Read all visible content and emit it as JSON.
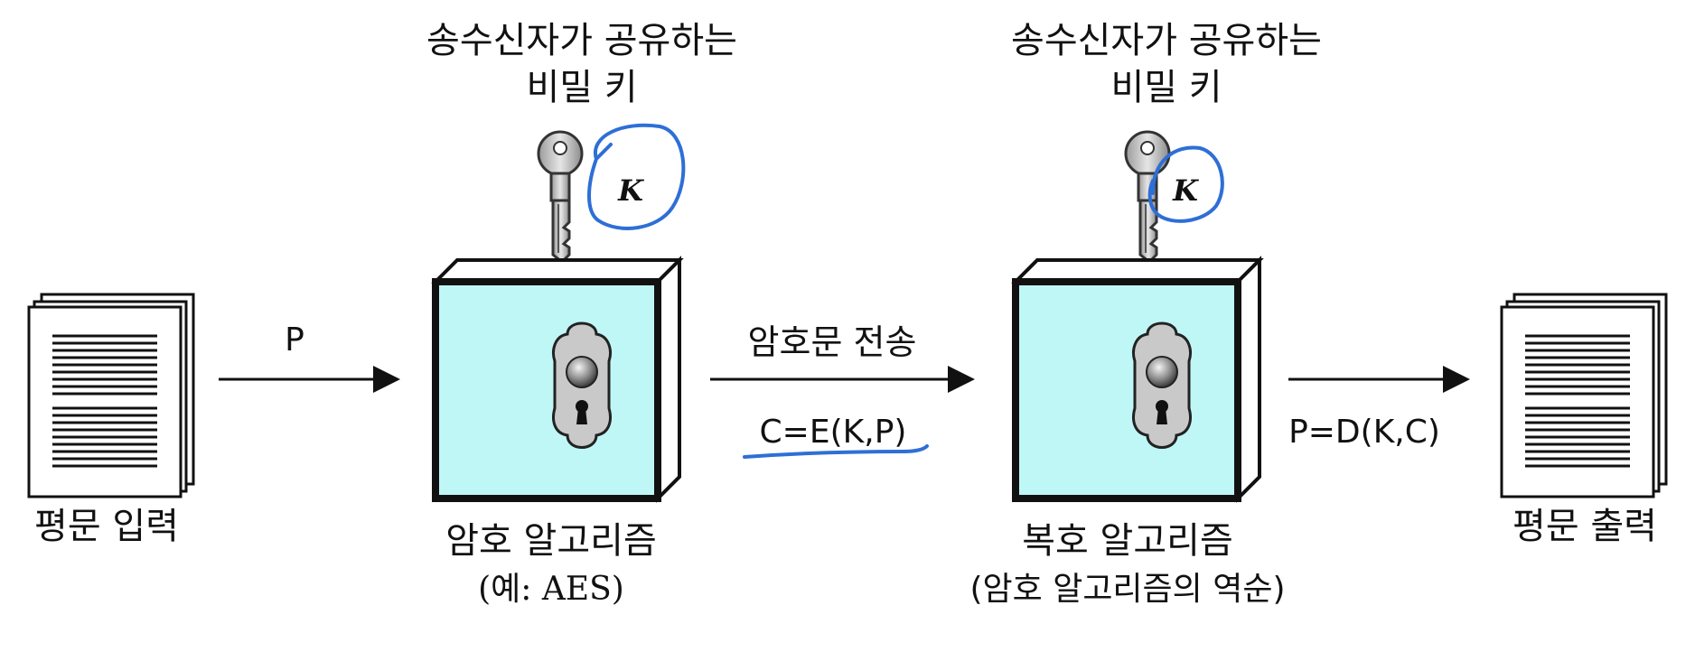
{
  "left_key": {
    "label_line1": "송수신자가 공유하는",
    "label_line2": "비밀 키",
    "key_letter": "K"
  },
  "right_key": {
    "label_line1": "송수신자가 공유하는",
    "label_line2": "비밀 키",
    "key_letter": "K"
  },
  "plaintext_input": {
    "label": "평문 입력"
  },
  "arrow_p": {
    "label": "P"
  },
  "encrypt_box": {
    "label_line1": "암호 알고리즘",
    "label_line2": "(예: AES)"
  },
  "transmit_arrow": {
    "label_top": "암호문 전송",
    "label_bottom": "C=E(K,P)"
  },
  "decrypt_box": {
    "label_line1": "복호 알고리즘",
    "label_line2": "(암호 알고리즘의 역순)"
  },
  "arrow_out": {
    "label": "P=D(K,C)"
  },
  "plaintext_output": {
    "label": "평문 출력"
  },
  "colors": {
    "box_fill": "#bff7f7",
    "annotation": "#2e6fd6",
    "ink": "#111111"
  },
  "icons": [
    "document-icon",
    "key-icon",
    "keyhole-lock-icon",
    "arrow-right-icon"
  ]
}
